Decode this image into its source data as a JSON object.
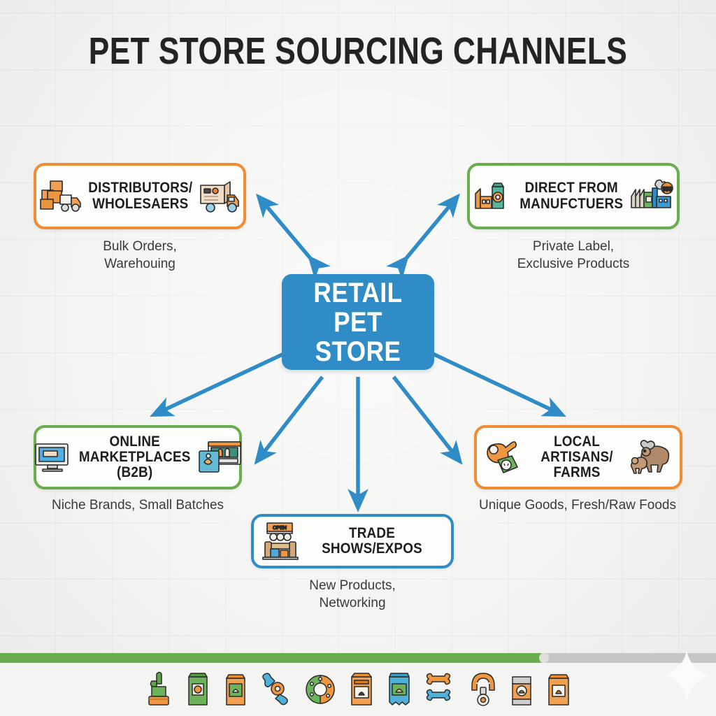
{
  "title": "PET STORE SOURCING CHANNELS",
  "colors": {
    "accent_blue": "#2f8cc6",
    "accent_orange": "#f08c33",
    "accent_green": "#6aad4e",
    "background": "#f2f2f0",
    "text_dark": "#1e1e1e"
  },
  "hub": {
    "label": "RETAIL\nPET STORE"
  },
  "nodes": [
    {
      "id": "distributors",
      "label": "DISTRIBUTORS/\nWHOLESAERS",
      "caption": "Bulk Orders,\nWarehouing",
      "border_color": "#f08c33",
      "icons": [
        "boxes-truck-icon",
        "delivery-truck-icon"
      ]
    },
    {
      "id": "manufacturers",
      "label": "DIRECT FROM\nMANUFCTUERS",
      "caption": "Private Label,\nExclusive Products",
      "border_color": "#6aad4e",
      "icons": [
        "pet-food-bag-icon",
        "factory-icon"
      ]
    },
    {
      "id": "online-marketplaces",
      "label": "ONLINE\nMARKETPLACES\n(B2B)",
      "caption": "Niche Brands, Small Batches",
      "border_color": "#6aad4e",
      "icons": [
        "desktop-monitor-icon",
        "online-store-window-icon"
      ]
    },
    {
      "id": "trade-shows",
      "label": "TRADE SHOWS/EXPOS",
      "caption": "New Products,\nNetworking",
      "border_color": "#2f8cc6",
      "icons": [
        "expo-booth-icon"
      ]
    },
    {
      "id": "local-artisans",
      "label": "LOCAL ARTISANS/\nFARMS",
      "caption": "Unique Goods, Fresh/Raw Foods",
      "border_color": "#f08c33",
      "icons": [
        "artisan-treat-icon",
        "farm-animals-icon"
      ]
    }
  ],
  "connectors": [
    {
      "from": "hub",
      "to": "distributors",
      "style": "double-arrow",
      "color": "#2f8cc6"
    },
    {
      "from": "hub",
      "to": "manufacturers",
      "style": "double-arrow",
      "color": "#2f8cc6"
    },
    {
      "from": "hub",
      "to": "online-marketplaces",
      "style": "single-arrow",
      "color": "#2f8cc6"
    },
    {
      "from": "hub",
      "to": "trade-shows-left",
      "style": "single-arrow",
      "color": "#2f8cc6"
    },
    {
      "from": "hub",
      "to": "trade-shows",
      "style": "single-arrow",
      "color": "#2f8cc6"
    },
    {
      "from": "hub",
      "to": "local-artisans-inner",
      "style": "single-arrow",
      "color": "#2f8cc6"
    },
    {
      "from": "hub",
      "to": "local-artisans",
      "style": "single-arrow",
      "color": "#2f8cc6"
    }
  ],
  "footer": {
    "progress_fill_percent": 76,
    "icon_strip": [
      "cactus-planter-icon",
      "green-pet-food-bag-icon",
      "cat-treat-bag-icon",
      "dog-chew-toy-icon",
      "ring-toy-icon",
      "cat-food-box-icon",
      "dog-food-pouch-icon",
      "dog-bones-icon",
      "pet-collar-icon",
      "kibble-can-icon",
      "treat-bag-icon"
    ],
    "sparkle": "sparkle-icon"
  }
}
